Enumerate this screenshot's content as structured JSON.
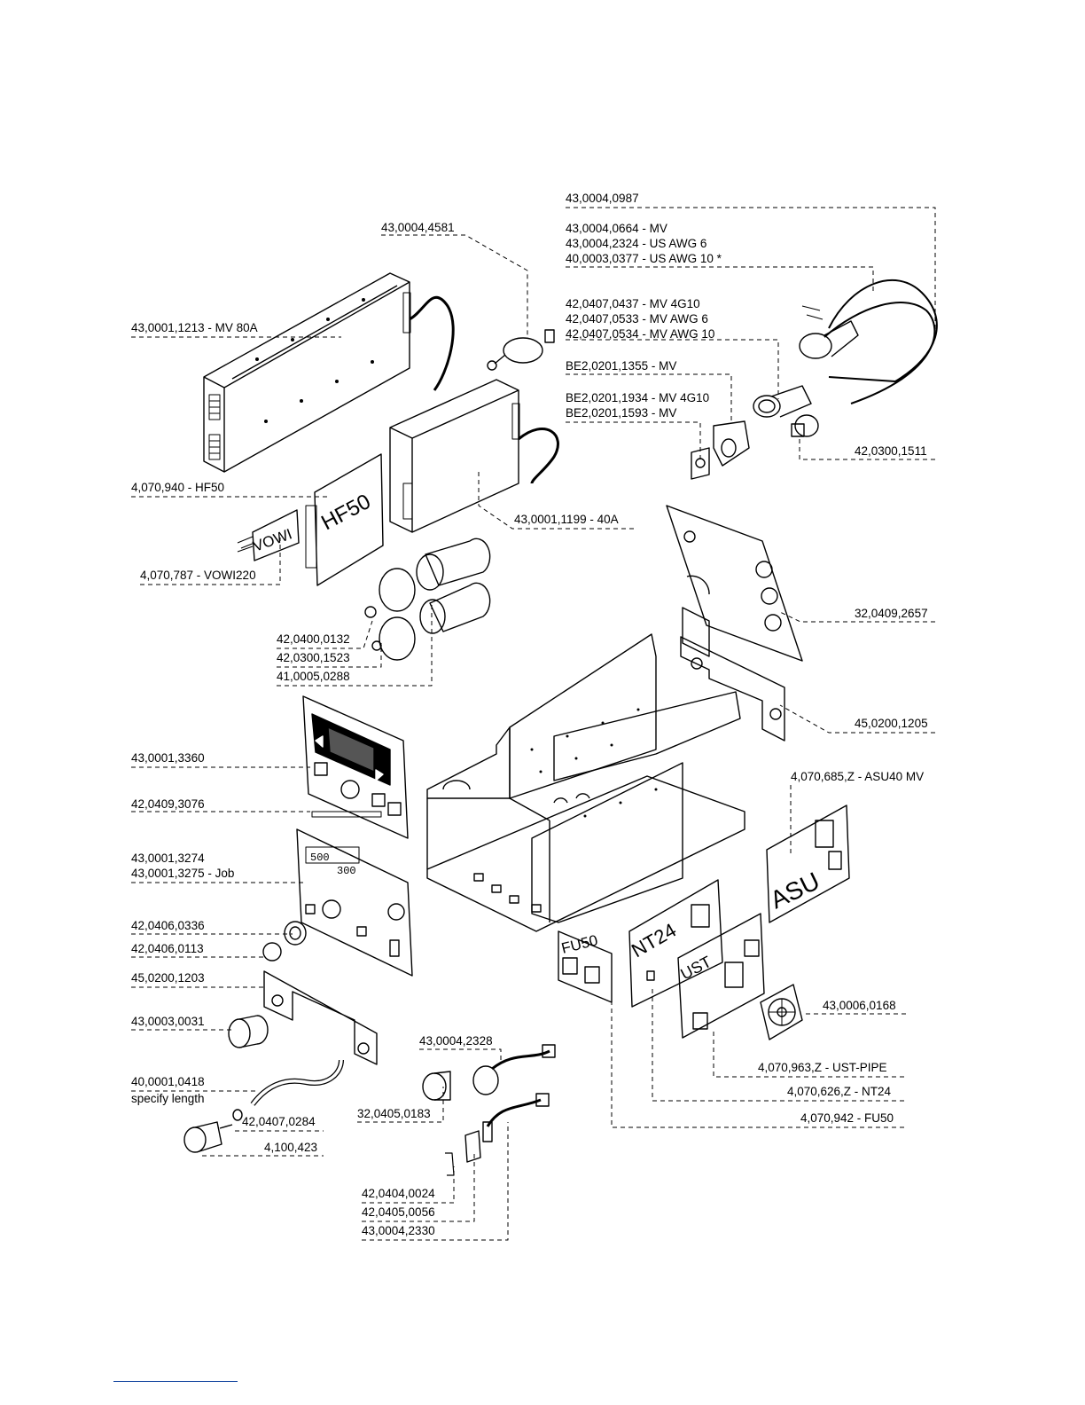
{
  "labels": {
    "l_0987": "43,0004,0987",
    "l_0664": "43,0004,0664 - MV",
    "l_2324": "43,0004,2324 - US AWG 6",
    "l_0377": "40,0003,0377 - US AWG 10 *",
    "l_4581": "43,0004,4581",
    "l_1213": "43,0001,1213 - MV 80A",
    "l_0437": "42,0407,0437 - MV 4G10",
    "l_0533": "42,0407,0533 - MV AWG 6",
    "l_0534": "42,0407,0534 - MV AWG 10",
    "l_1355": "BE2,0201,1355 - MV",
    "l_1934": "BE2,0201,1934 - MV 4G10",
    "l_1593": "BE2,0201,1593 - MV",
    "l_1511": "42,0300,1511",
    "l_hf50": "4,070,940 - HF50",
    "l_1199": "43,0001,1199 - 40A",
    "l_vowi": "4,070,787 - VOWI220",
    "l_2657": "32,0409,2657",
    "l_0132": "42,0400,0132",
    "l_1523": "42,0300,1523",
    "l_0288": "41,0005,0288",
    "l_1205": "45,0200,1205",
    "l_3360": "43,0001,3360",
    "l_asu": "4,070,685,Z - ASU40 MV",
    "l_3076": "42,0409,3076",
    "l_3274": "43,0001,3274",
    "l_3275": "43,0001,3275 - Job",
    "l_0336": "42,0406,0336",
    "l_0113": "42,0406,0113",
    "l_1203": "45,0200,1203",
    "l_0168": "43,0006,0168",
    "l_0031": "43,0003,0031",
    "l_2328": "43,0004,2328",
    "l_ust": "4,070,963,Z - UST-PIPE",
    "l_0418": "40,0001,0418",
    "l_0418b": "specify length",
    "l_nt24": "4,070,626,Z - NT24",
    "l_0183": "32,0405,0183",
    "l_0284": "42,0407,0284",
    "l_fu50": "4,070,942 - FU50",
    "l_423": "4,100,423",
    "l_0024": "42,0404,0024",
    "l_0056": "42,0405,0056",
    "l_2330": "43,0004,2330"
  },
  "board_text": {
    "hf50": "HF50",
    "vowi": "VOWI",
    "asu": "ASU",
    "nt24": "NT24",
    "ust": "UST",
    "fu50": "FU50",
    "display_left": "500",
    "display_right": "300"
  }
}
